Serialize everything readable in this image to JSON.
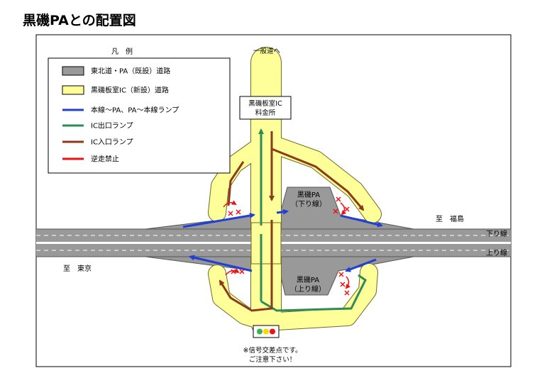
{
  "title": "黒磯PAとの配置図",
  "legend": {
    "heading": "凡　例",
    "items": [
      {
        "label": "東北道・PA（既設）道路",
        "kind": "swatch",
        "color": "#999999"
      },
      {
        "label": "黒磯板室IC（新設）道路",
        "kind": "swatch",
        "color": "#ffff99"
      },
      {
        "label": "本線～PA、PA～本線ランプ",
        "kind": "line",
        "color": "#1f3fd6"
      },
      {
        "label": "IC出口ランプ",
        "kind": "line",
        "color": "#2e8b57"
      },
      {
        "label": "IC入口ランプ",
        "kind": "line",
        "color": "#8b3a1a"
      },
      {
        "label": "逆走禁止",
        "kind": "line",
        "color": "#ee1111"
      }
    ]
  },
  "labels": {
    "to_general_road": "一般道へ",
    "toll_booth_line1": "黒磯板室IC",
    "toll_booth_line2": "料金所",
    "pa_down_line1": "黒磯PA",
    "pa_down_line2": "（下り線）",
    "pa_up_line1": "黒磯PA",
    "pa_up_line2": "（上り線）",
    "to_fukushima": "至　福島",
    "to_tokyo": "至　東京",
    "down_line": "下り線",
    "up_line": "上り線",
    "signal_note_line1": "※信号交差点です。",
    "signal_note_line2": "ご注意下さい！"
  },
  "colors": {
    "existing_road": "#999999",
    "new_road": "#ffff99",
    "road_outline": "#6b6b2a",
    "mainline_ramp": "#1f3fd6",
    "ic_exit": "#2e8b57",
    "ic_entrance": "#8b3a1a",
    "no_wrong_way": "#ee1111"
  }
}
